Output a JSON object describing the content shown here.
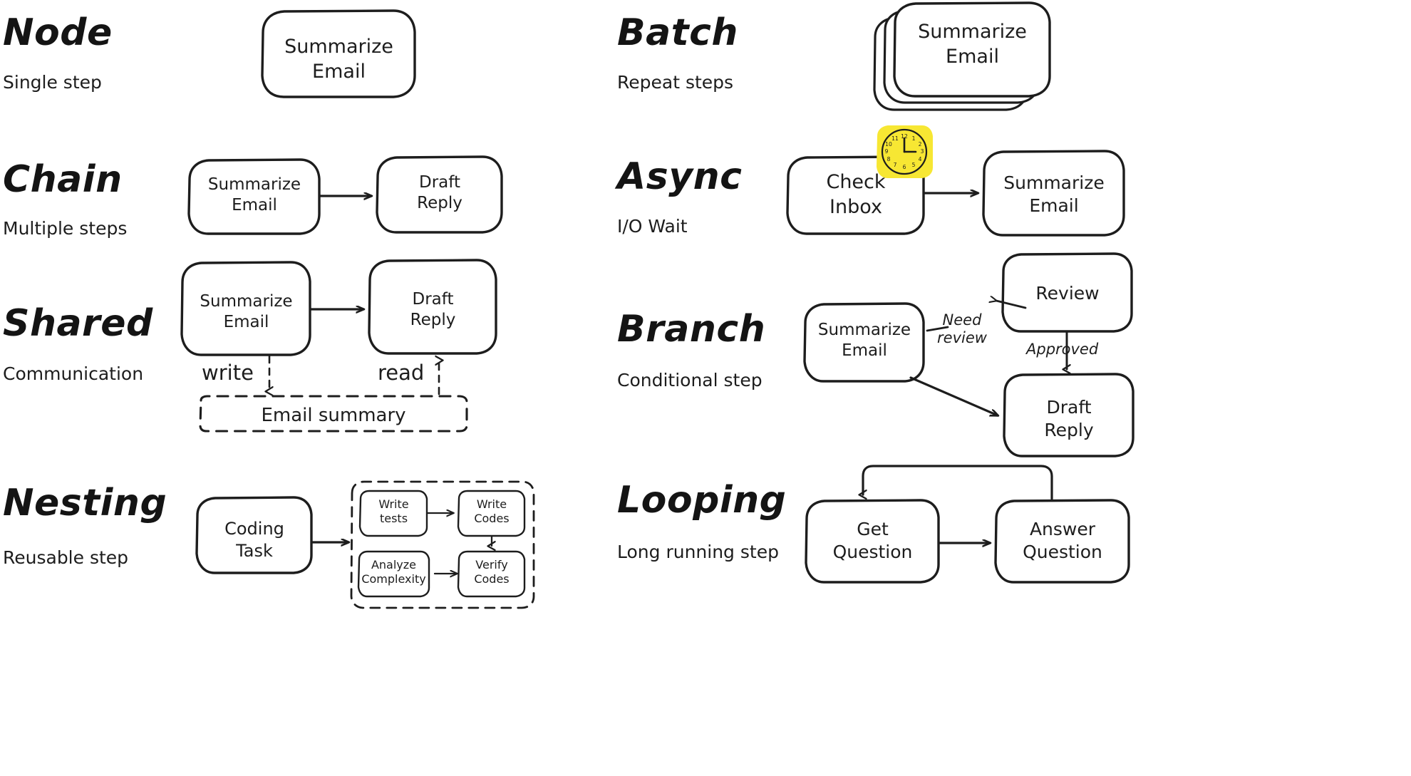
{
  "meta": {
    "background": "#ffffff",
    "ink": "#1d1d1d",
    "accent_clock_fill": "#f7e733"
  },
  "rows": [
    {
      "id": "node",
      "title": "Node",
      "subtitle": "Single step",
      "nodes": [
        {
          "id": "summarize-email",
          "label": "Summarize\nEmail"
        }
      ]
    },
    {
      "id": "batch",
      "title": "Batch",
      "subtitle": "Repeat steps",
      "nodes": [
        {
          "id": "summarize-email",
          "label": "Summarize\nEmail"
        }
      ],
      "stack_count": 3
    },
    {
      "id": "chain",
      "title": "Chain",
      "subtitle": "Multiple steps",
      "nodes": [
        {
          "id": "summarize-email",
          "label": "Summarize\nEmail"
        },
        {
          "id": "draft-reply",
          "label": "Draft\nReply"
        }
      ],
      "edges": [
        {
          "from": "summarize-email",
          "to": "draft-reply",
          "label": ""
        }
      ]
    },
    {
      "id": "async",
      "title": "Async",
      "subtitle": "I/O Wait",
      "nodes": [
        {
          "id": "check-inbox",
          "label": "Check\nInbox"
        },
        {
          "id": "summarize-email",
          "label": "Summarize\nEmail"
        }
      ],
      "edges": [
        {
          "from": "check-inbox",
          "to": "summarize-email",
          "label": ""
        }
      ],
      "icon": "clock-icon"
    },
    {
      "id": "shared",
      "title": "Shared",
      "subtitle": "Communication",
      "nodes": [
        {
          "id": "summarize-email",
          "label": "Summarize\nEmail"
        },
        {
          "id": "draft-reply",
          "label": "Draft\nReply"
        },
        {
          "id": "email-summary",
          "label": "Email summary",
          "shape": "dashed-store"
        }
      ],
      "edges": [
        {
          "from": "summarize-email",
          "to": "draft-reply",
          "label": ""
        },
        {
          "from": "summarize-email",
          "to": "email-summary",
          "label": "write",
          "style": "dashed"
        },
        {
          "from": "email-summary",
          "to": "draft-reply",
          "label": "read",
          "style": "dashed"
        }
      ]
    },
    {
      "id": "branch",
      "title": "Branch",
      "subtitle": "Conditional step",
      "nodes": [
        {
          "id": "summarize-email",
          "label": "Summarize\nEmail"
        },
        {
          "id": "review",
          "label": "Review"
        },
        {
          "id": "draft-reply",
          "label": "Draft\nReply"
        }
      ],
      "edges": [
        {
          "from": "summarize-email",
          "to": "review",
          "label": "Need\nreview"
        },
        {
          "from": "review",
          "to": "draft-reply",
          "label": "Approved"
        },
        {
          "from": "summarize-email",
          "to": "draft-reply",
          "label": ""
        }
      ]
    },
    {
      "id": "nesting",
      "title": "Nesting",
      "subtitle": "Reusable step",
      "nodes": [
        {
          "id": "coding-task",
          "label": "Coding\nTask"
        },
        {
          "id": "write-tests",
          "label": "Write\ntests"
        },
        {
          "id": "write-codes",
          "label": "Write\nCodes"
        },
        {
          "id": "verify-codes",
          "label": "Verify\nCodes"
        },
        {
          "id": "analyze-complexity",
          "label": "Analyze\nComplexity"
        }
      ],
      "edges": [
        {
          "from": "coding-task",
          "to": "write-tests",
          "label": ""
        },
        {
          "from": "write-tests",
          "to": "write-codes",
          "label": ""
        },
        {
          "from": "write-codes",
          "to": "verify-codes",
          "label": ""
        },
        {
          "from": "verify-codes",
          "to": "analyze-complexity",
          "label": ""
        }
      ],
      "group": "dashed-subflow"
    },
    {
      "id": "looping",
      "title": "Looping",
      "subtitle": "Long running step",
      "nodes": [
        {
          "id": "get-question",
          "label": "Get\nQuestion"
        },
        {
          "id": "answer-question",
          "label": "Answer\nQuestion"
        }
      ],
      "edges": [
        {
          "from": "get-question",
          "to": "answer-question",
          "label": ""
        },
        {
          "from": "answer-question",
          "to": "get-question",
          "label": "",
          "style": "loop-back"
        }
      ]
    }
  ]
}
